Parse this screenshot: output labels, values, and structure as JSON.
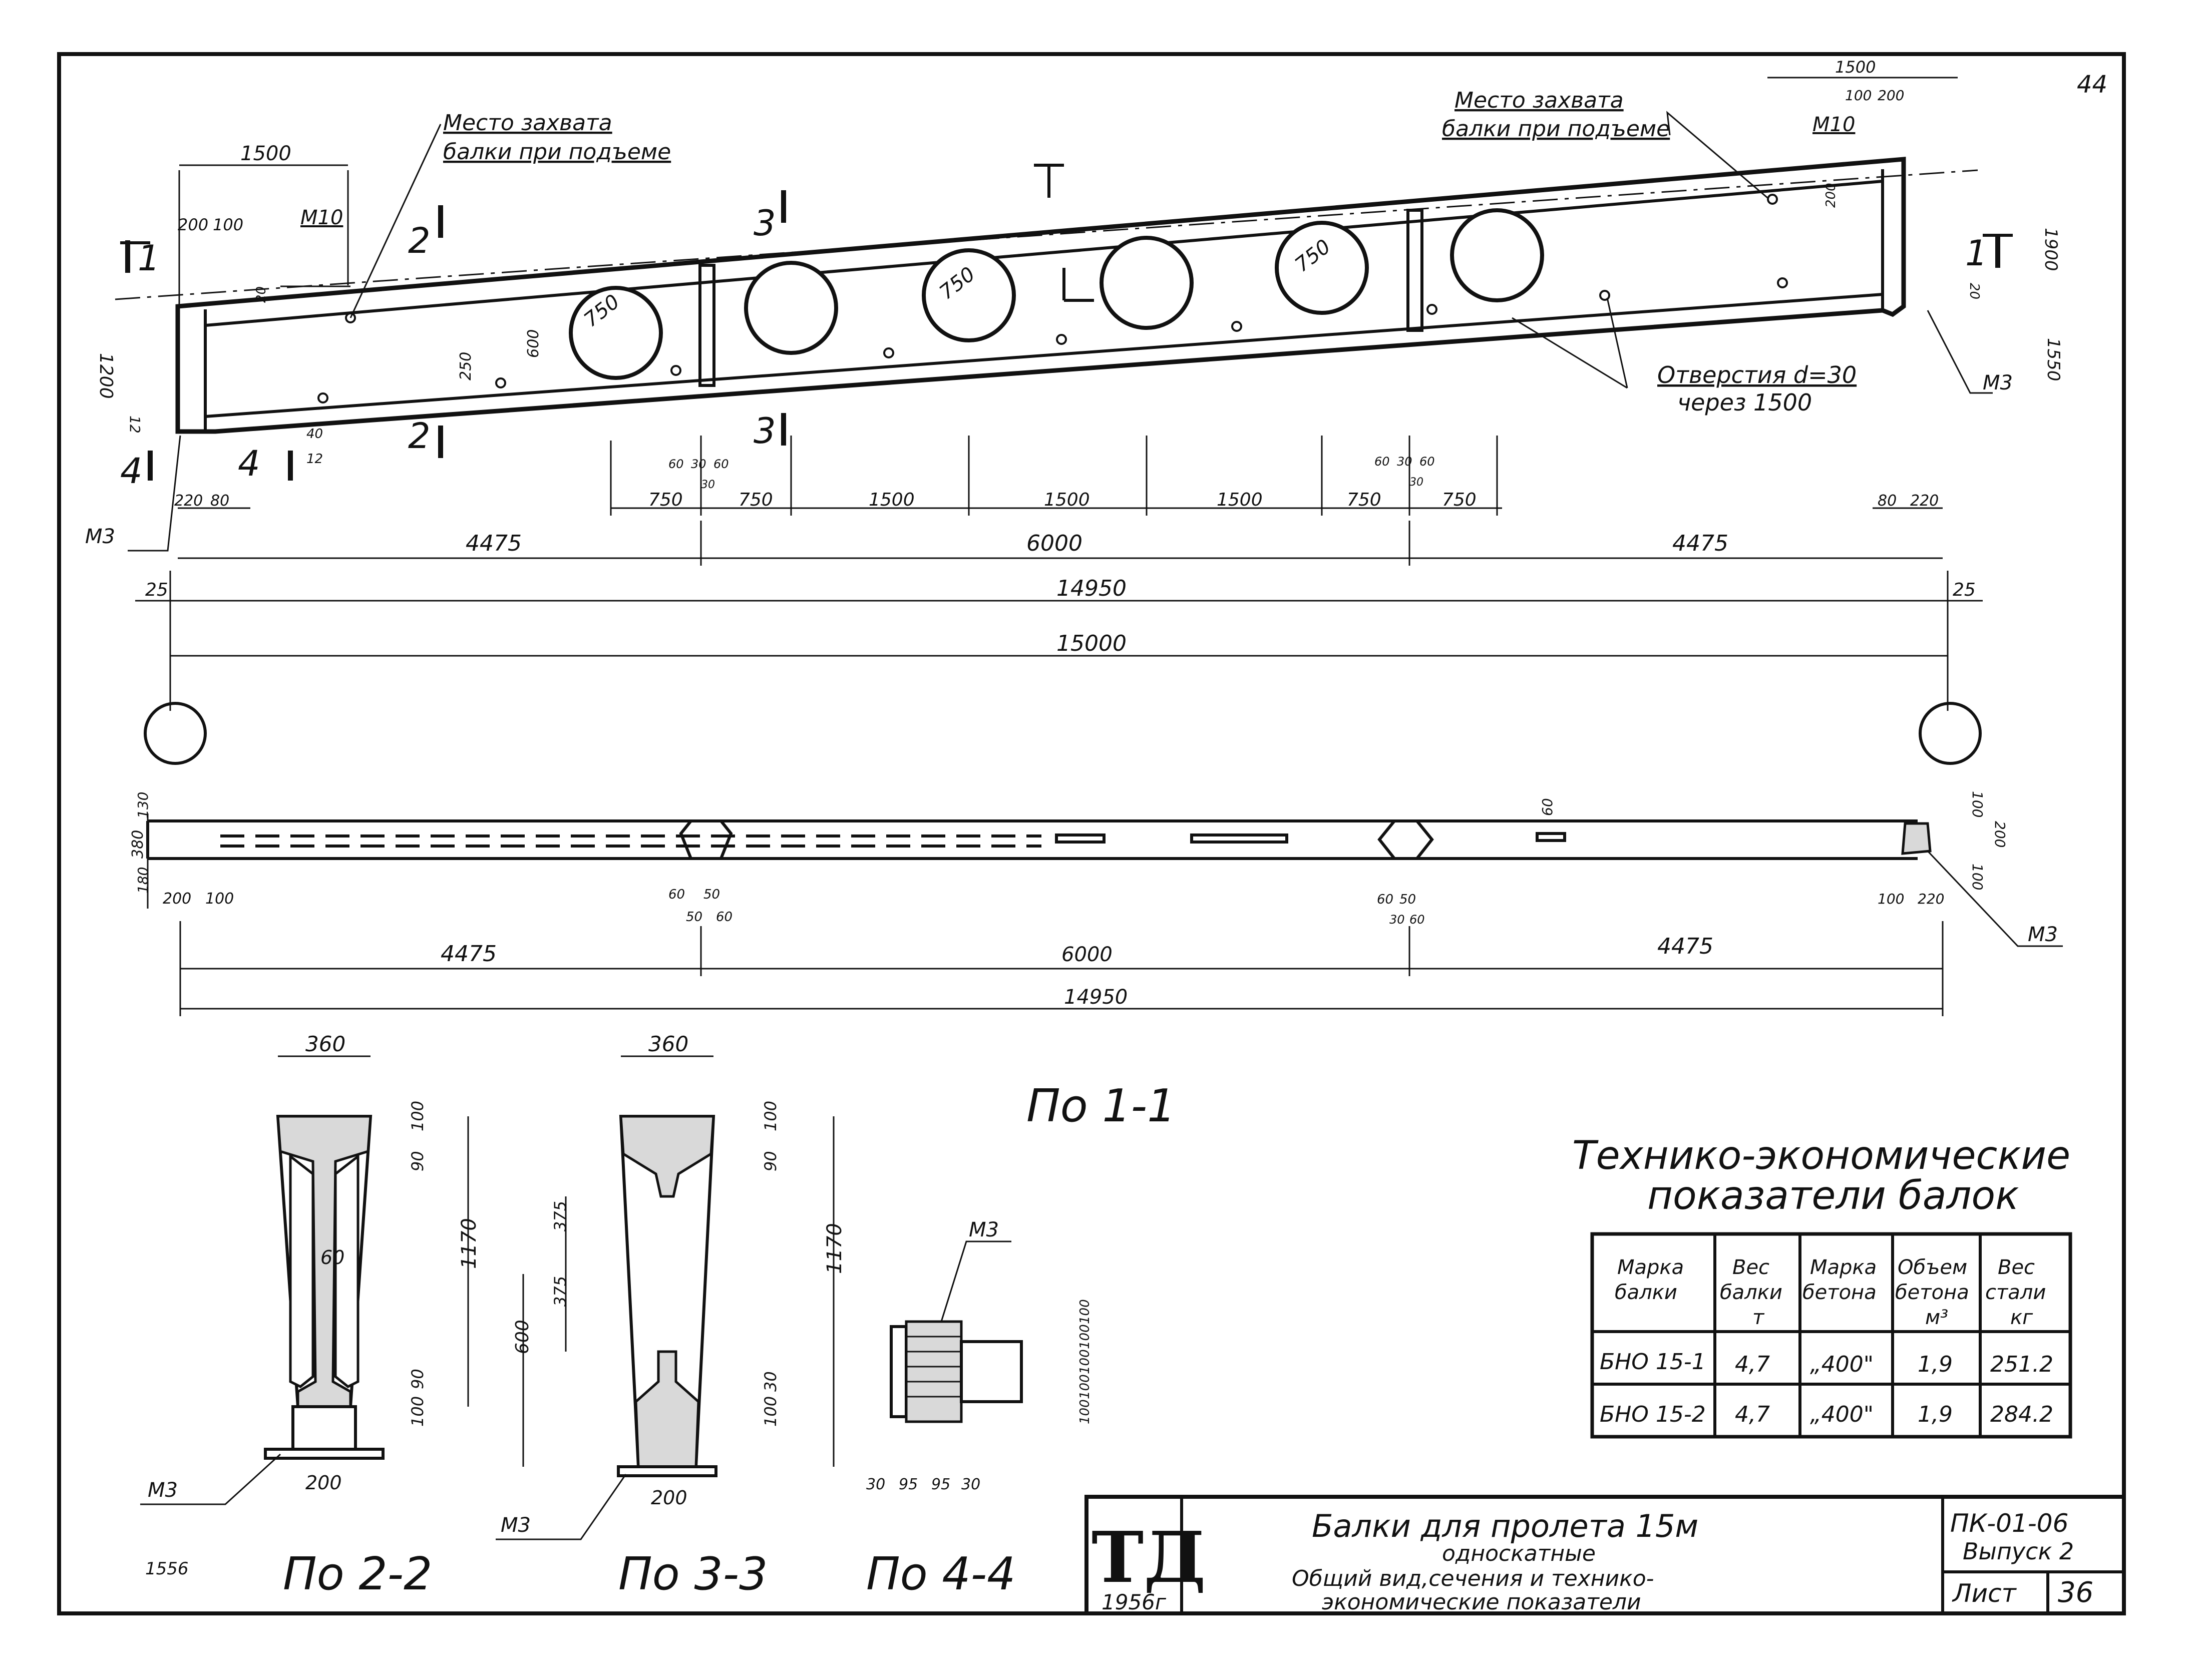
{
  "sheet": {
    "corner_number": "44",
    "stamp_code": "1556"
  },
  "elevation": {
    "grip_note_left": [
      "Место захвата",
      "балки при подъеме"
    ],
    "grip_note_right": [
      "Место захвата",
      "балки при подъеме"
    ],
    "holes_note": [
      "Отверстия d=30",
      "через 1500"
    ],
    "mark_m10": "М10",
    "mark_m3": "М3",
    "section_marks": [
      "1",
      "1",
      "2",
      "2",
      "3",
      "3",
      "4",
      "4"
    ],
    "hole_dia": "750",
    "dims": {
      "top_left_1500": "1500",
      "top_right_1500": "1500",
      "d200": "200",
      "d100": "100",
      "d20": "20",
      "d250": "250",
      "d600": "600",
      "d1200": "1200",
      "d12": "12",
      "d40": "40",
      "d1900": "1900",
      "d1550": "1550",
      "d220": "220",
      "d80": "80",
      "d60": "60",
      "d30": "30",
      "d30b": "30",
      "d750": "750",
      "d1500": "1500",
      "d4475": "4475",
      "d6000": "6000",
      "d25": "25",
      "d14950": "14950",
      "d15000": "15000"
    }
  },
  "plan": {
    "title": "По 1-1",
    "dims": [
      "380",
      "130",
      "180",
      "200",
      "100",
      "60",
      "50",
      "50",
      "60",
      "60",
      "50",
      "30",
      "60",
      "100",
      "220",
      "100",
      "200",
      "100",
      "60",
      "4475",
      "6000",
      "4475",
      "14950"
    ],
    "mark_m3": "М3"
  },
  "sections": [
    {
      "title": "По 2-2",
      "dims": [
        "360",
        "100",
        "90",
        "60",
        "1170",
        "90",
        "100",
        "200"
      ],
      "mark": "М3"
    },
    {
      "title": "По 3-3",
      "dims": [
        "360",
        "100",
        "90",
        "375",
        "375",
        "600",
        "1170",
        "30",
        "100",
        "200"
      ],
      "mark": "М3"
    },
    {
      "title": "По 4-4",
      "dims": [
        "30",
        "95",
        "95",
        "30",
        "100",
        "100",
        "100",
        "100",
        "100"
      ],
      "mark": "М3"
    }
  ],
  "table": {
    "title": [
      "Технико-экономические",
      "показатели балок"
    ],
    "headers": [
      [
        "Марка",
        "балки"
      ],
      [
        "Вес",
        "балки",
        "т"
      ],
      [
        "Марка",
        "бетона"
      ],
      [
        "Объем",
        "бетона",
        "м³"
      ],
      [
        "Вес",
        "стали",
        "кг"
      ]
    ],
    "rows": [
      [
        "БНО 15-1",
        "4,7",
        "„400\"",
        "1,9",
        "251.2"
      ],
      [
        "БНО 15-2",
        "4,7",
        "„400\"",
        "1,9",
        "284.2"
      ]
    ]
  },
  "title_block": {
    "logo": "ТД",
    "year": "1956г",
    "title": "Балки для пролета 15м",
    "line2": "односкатные",
    "line3": "Общий вид,сечения и технико-",
    "line4": "экономические показатели",
    "series": "ПК-01-06",
    "issue": "Выпуск 2",
    "sheet_label": "Лист",
    "sheet_no": "36"
  }
}
